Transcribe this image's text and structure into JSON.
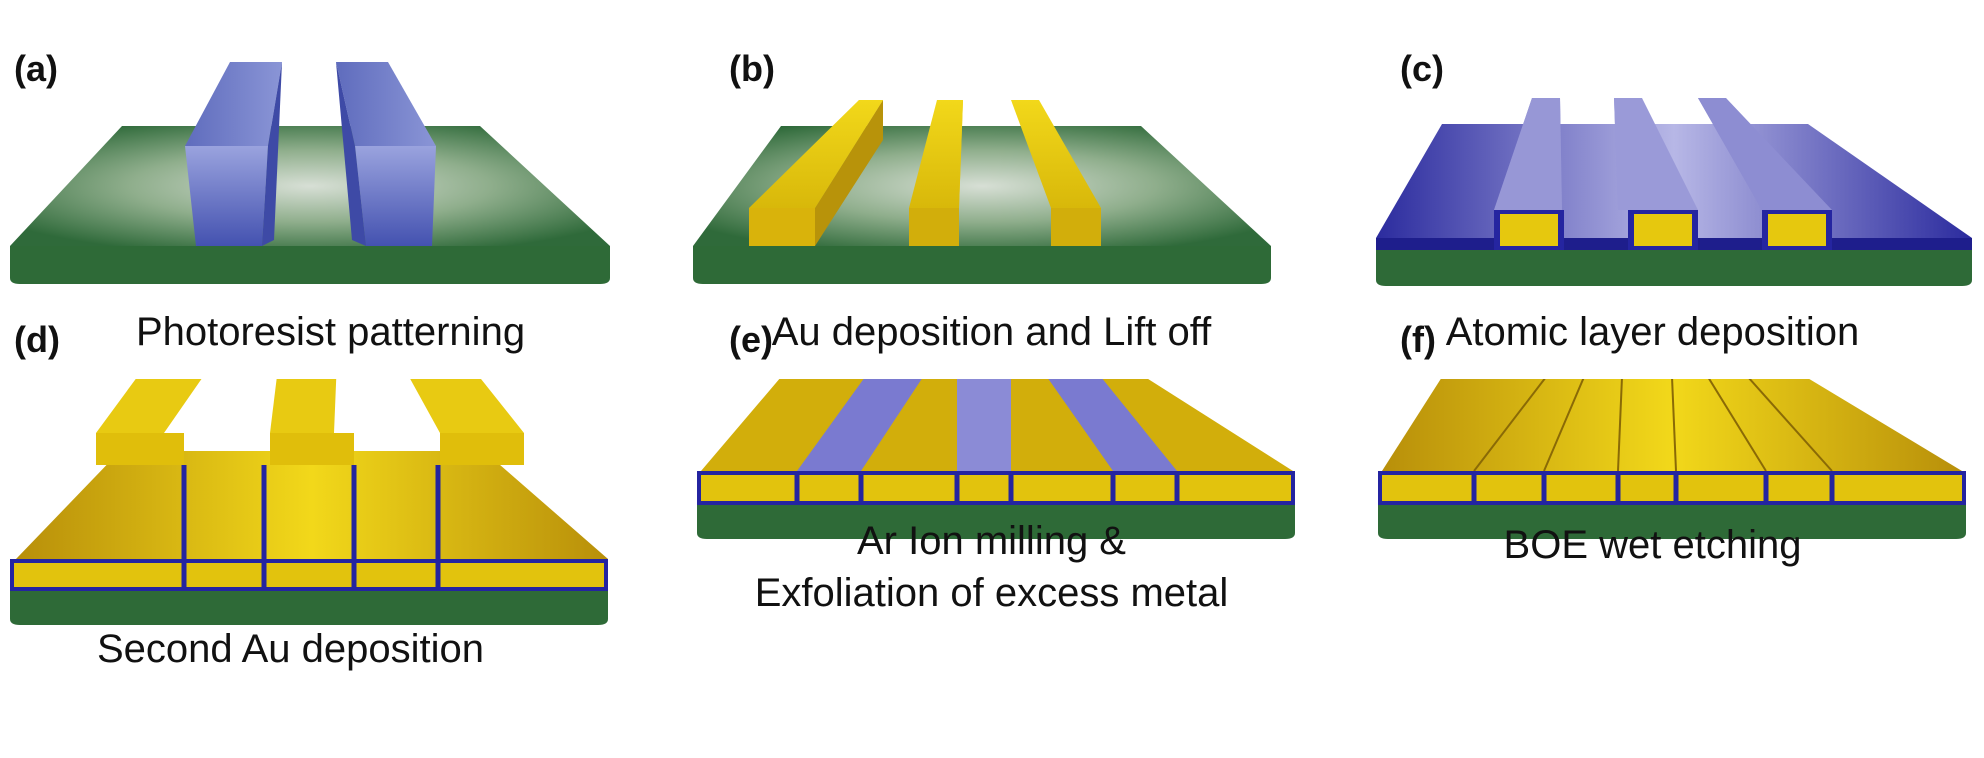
{
  "panels": [
    {
      "id": "a",
      "label": "(a)",
      "caption": [
        "Photoresist patterning"
      ]
    },
    {
      "id": "b",
      "label": "(b)",
      "caption": [
        "Au deposition and Lift off"
      ]
    },
    {
      "id": "c",
      "label": "(c)",
      "caption": [
        "Atomic layer deposition"
      ]
    },
    {
      "id": "d",
      "label": "(d)",
      "caption": [
        "Second Au deposition"
      ]
    },
    {
      "id": "e",
      "label": "(e)",
      "caption": [
        "Ar Ion milling &",
        "Exfoliation of excess metal"
      ]
    },
    {
      "id": "f",
      "label": "(f)",
      "caption": [
        "BOE wet etching"
      ]
    }
  ],
  "colors": {
    "substrate": "#2f6a3a",
    "substrate_light": "#b8c6b4",
    "photoresist": "#6b78c4",
    "gold": "#e6c80e",
    "gold_dark": "#b8900a",
    "alumina": "#27279a",
    "alumina_light": "#9a9ad8"
  }
}
